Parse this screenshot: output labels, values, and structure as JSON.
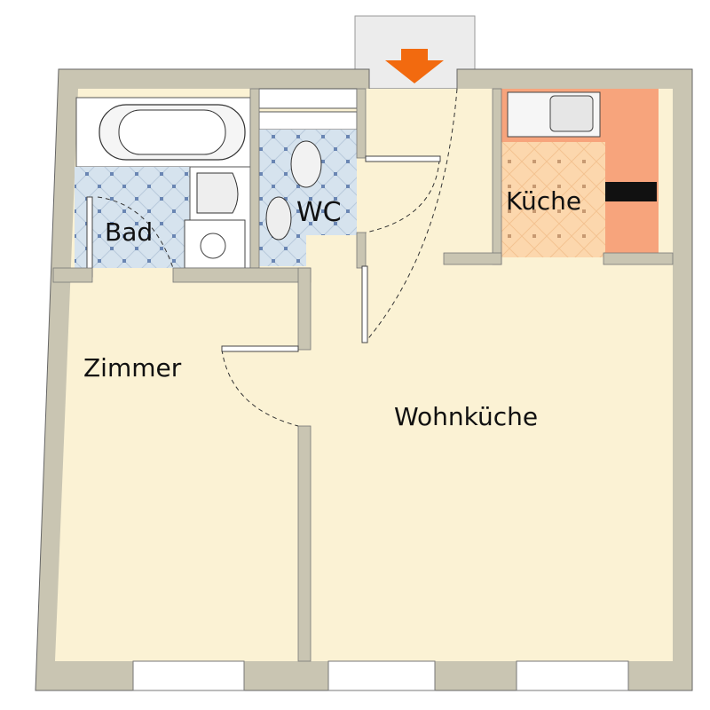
{
  "plan": {
    "rooms": {
      "bad": "Bad",
      "wc": "WC",
      "kueche": "Küche",
      "zimmer": "Zimmer",
      "wohnkueche": "Wohnküche"
    },
    "entrance_icon": "arrow-down-icon",
    "colors": {
      "wall": "#c9c5b2",
      "floor": "#fbf2d4",
      "tile": "#d6e3ee",
      "kitchen_floor": "#fcd7ad",
      "counter": "#f7a47c",
      "arrow": "#f26a0f"
    }
  }
}
